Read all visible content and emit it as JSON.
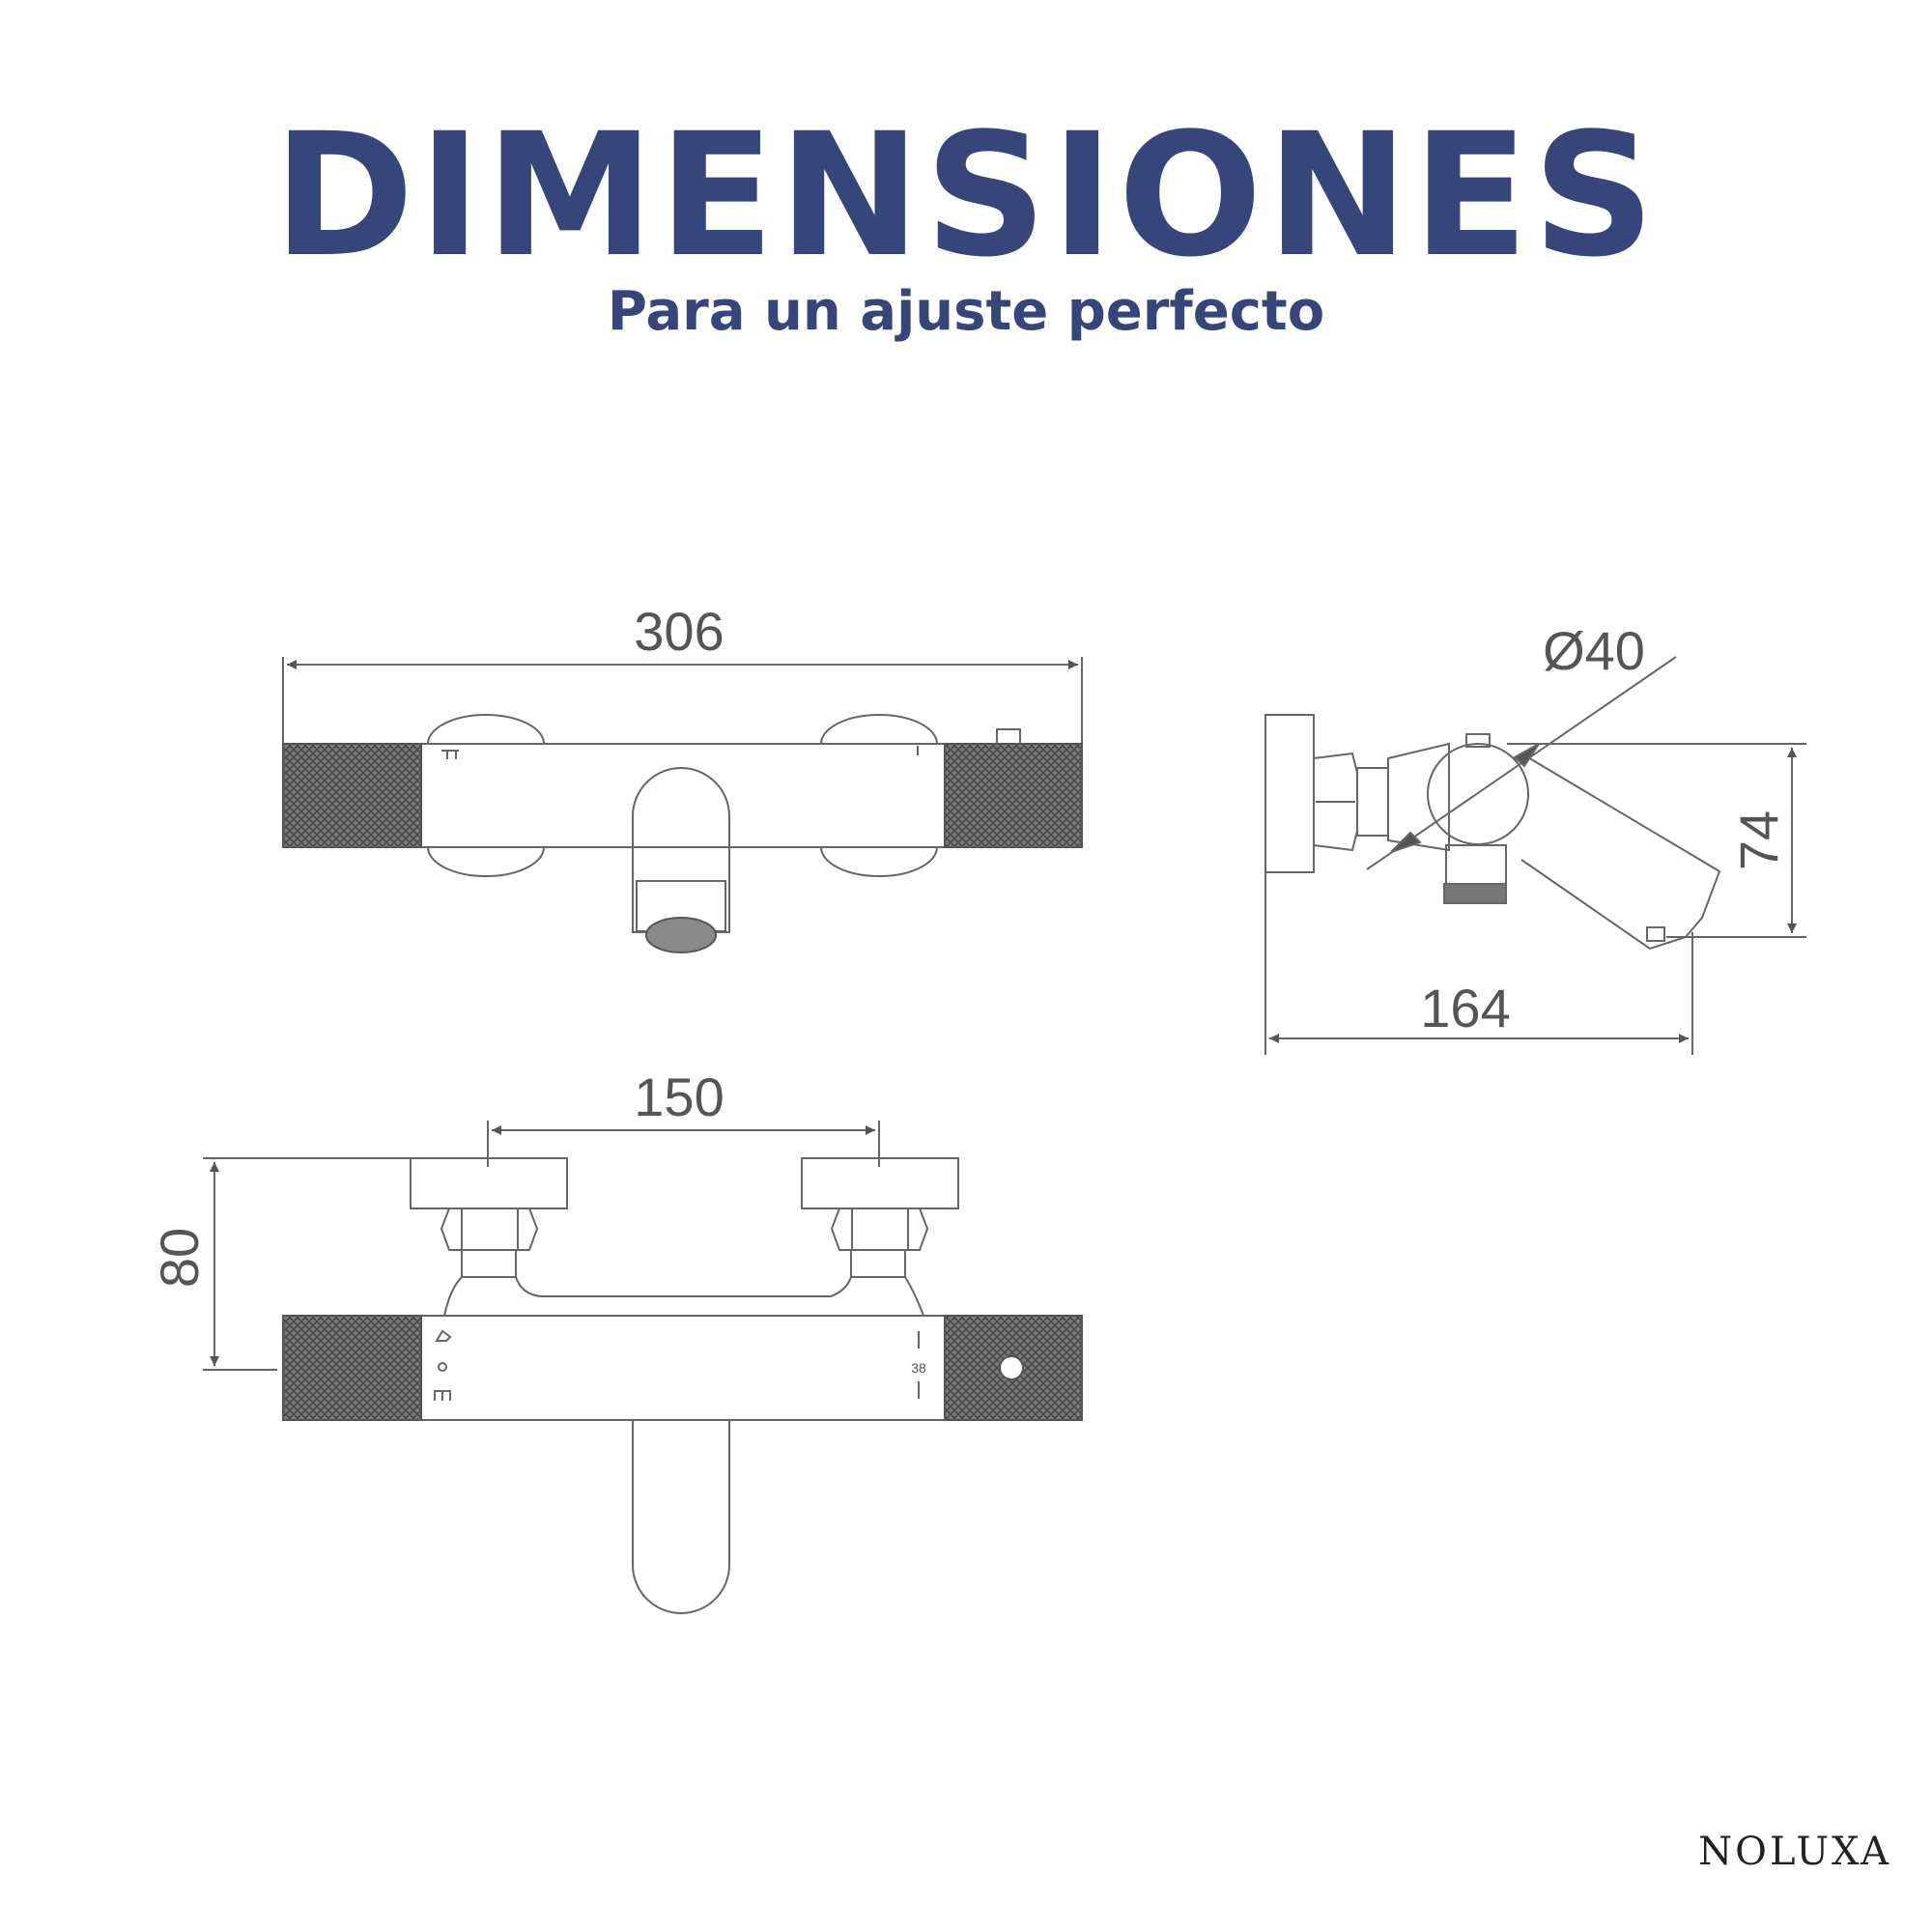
{
  "header": {
    "title": "DIMENSIONES",
    "subtitle": "Para un ajuste perfecto"
  },
  "dimensions": {
    "front_width": "306",
    "side_diameter": "Ø40",
    "side_height": "74",
    "side_depth": "164",
    "inlet_spacing": "150",
    "wall_projection": "80"
  },
  "dial_marking": "38",
  "brand": "NOLUXA",
  "colors": {
    "title": "#36467a",
    "line": "#666666",
    "knurl": "#6e6e6e"
  }
}
